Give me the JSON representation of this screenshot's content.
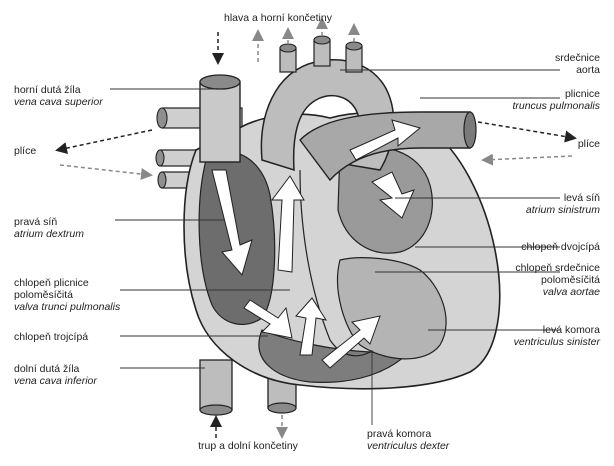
{
  "labels": {
    "top": {
      "czech": "hlava a horní končetiny"
    },
    "bottom": {
      "czech": "trup a dolní končetiny"
    },
    "vena_cava_superior": {
      "czech": "horní dutá žíla",
      "latin": "vena cava superior"
    },
    "lungs_left": {
      "czech": "plíce"
    },
    "atrium_dextrum": {
      "czech": "pravá síň",
      "latin": "atrium dextrum"
    },
    "valva_trunci": {
      "czech_1": "chlopeň plicnice",
      "czech_2": "poloměsíčitá",
      "latin": "valva trunci pulmonalis"
    },
    "valva_tricuspid": {
      "czech": "chlopeň trojcípá"
    },
    "vena_cava_inferior": {
      "czech": "dolní dutá žíla",
      "latin": "vena cava inferior"
    },
    "aorta": {
      "czech_1": "srdečnice",
      "czech_2": "aorta"
    },
    "truncus": {
      "czech": "plicnice",
      "latin": "truncus pulmonalis"
    },
    "lungs_right": {
      "czech": "plíce"
    },
    "atrium_sinistrum": {
      "czech": "levá síň",
      "latin": "atrium sinistrum"
    },
    "valva_mitral": {
      "czech": "chlopeň dvojcípá"
    },
    "valva_aortae": {
      "czech_1": "chlopeň srdečnice",
      "czech_2": "poloměsíčitá",
      "latin": "valva aortae"
    },
    "ventriculus_sinister": {
      "czech": "levá komora",
      "latin": "ventriculus sinister"
    },
    "ventriculus_dexter": {
      "czech": "pravá komora",
      "latin": "ventriculus dexter"
    }
  },
  "colors": {
    "outline": "#222222",
    "tissue_light": "#d6d6d6",
    "tissue_mid": "#a9a9a9",
    "tissue_dark": "#6f6f6f",
    "arrow_fill": "#ffffff"
  }
}
